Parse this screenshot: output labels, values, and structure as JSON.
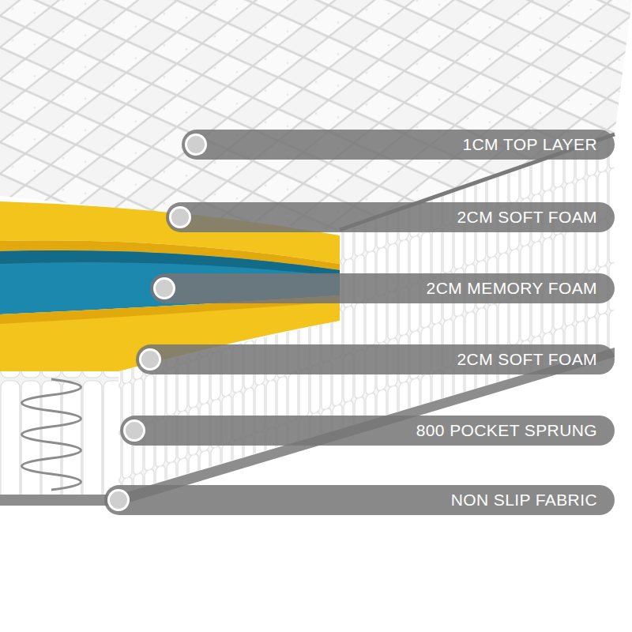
{
  "diagram": {
    "nodes": [
      {
        "text": [
          "1CM TOP LAYER"
        ]
      },
      {
        "text": [
          "2CM SOFT FOAM"
        ]
      },
      {
        "text": [
          "2CM MEMORY FOAM"
        ]
      },
      {
        "text": [
          "2CM SOFT FOAM"
        ]
      },
      {
        "text": [
          "800 POCKET SPRUNG"
        ]
      },
      {
        "text": [
          "NON SLIP FABRIC"
        ]
      }
    ]
  }
}
